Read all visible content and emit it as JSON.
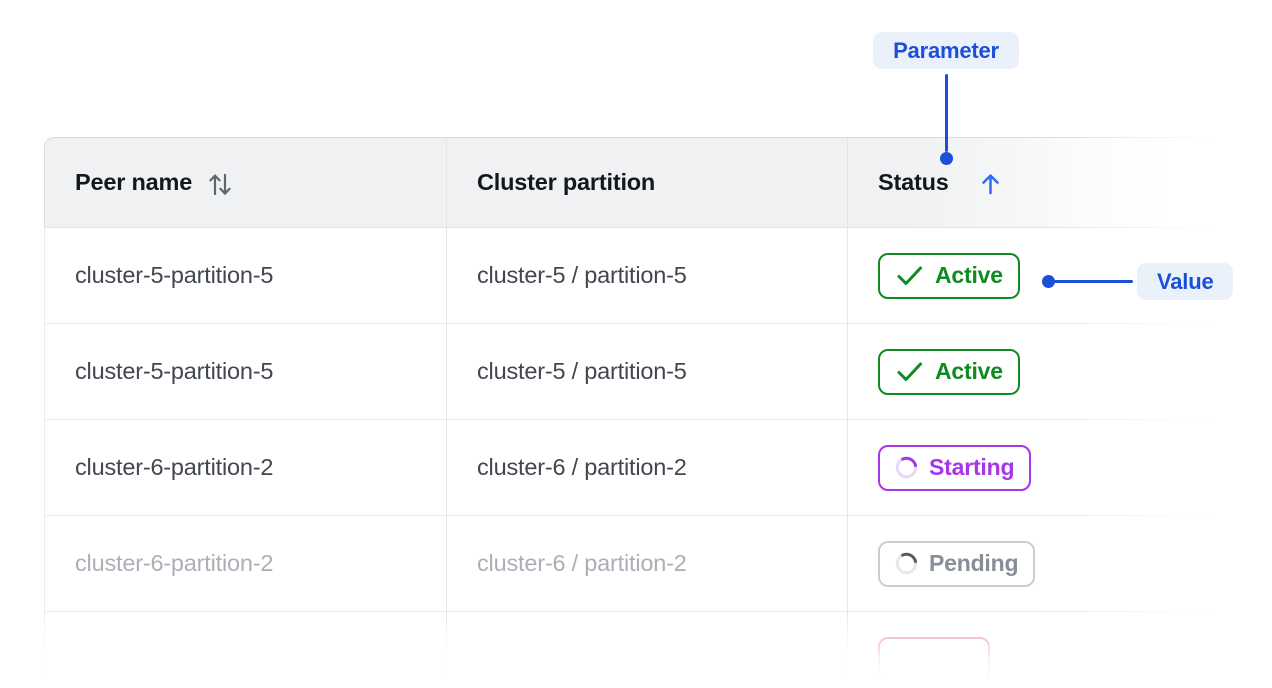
{
  "colors": {
    "accent_blue": "#1c4fd8",
    "arrow_blue": "#2e6bf0",
    "callout_pill_bg": "#eaf1fb",
    "active_green": "#0f8b21",
    "starting_purple": "#a636ea",
    "starting_track": "#ead7f9",
    "pending_text": "#878e97",
    "pending_border": "#c9ced4",
    "pending_arc": "#555c66",
    "pending_track": "#e7e8ea",
    "error_red": "#e2434f",
    "header_bg": "#f0f1f2",
    "header_text": "#14171c",
    "body_text": "#42474f",
    "muted_text": "#abafb6"
  },
  "callouts": {
    "parameter": {
      "label": "Parameter"
    },
    "value": {
      "label": "Value"
    }
  },
  "table": {
    "columns": [
      {
        "label": "Peer name",
        "sort": "sortable",
        "icon": "sort-updown-icon"
      },
      {
        "label": "Cluster partition",
        "sort": "none",
        "icon": null
      },
      {
        "label": "Status",
        "sort": "asc",
        "icon": "sort-asc-arrow-icon"
      }
    ],
    "rows": [
      {
        "peer": "cluster-5-partition-5",
        "partition": "cluster-5 / partition-5",
        "status": {
          "label": "Active",
          "variant": "active",
          "icon": "check-icon"
        }
      },
      {
        "peer": "cluster-5-partition-5",
        "partition": "cluster-5 / partition-5",
        "status": {
          "label": "Active",
          "variant": "active",
          "icon": "check-icon"
        }
      },
      {
        "peer": "cluster-6-partition-2",
        "partition": "cluster-6 / partition-2",
        "status": {
          "label": "Starting",
          "variant": "starting",
          "icon": "spinner-icon"
        }
      },
      {
        "peer": "cluster-6-partition-2",
        "partition": "cluster-6 / partition-2",
        "status": {
          "label": "Pending",
          "variant": "pending",
          "icon": "spinner-icon"
        }
      },
      {
        "peer": "",
        "partition": "",
        "status": {
          "label": "",
          "variant": "error",
          "icon": null
        }
      }
    ]
  }
}
